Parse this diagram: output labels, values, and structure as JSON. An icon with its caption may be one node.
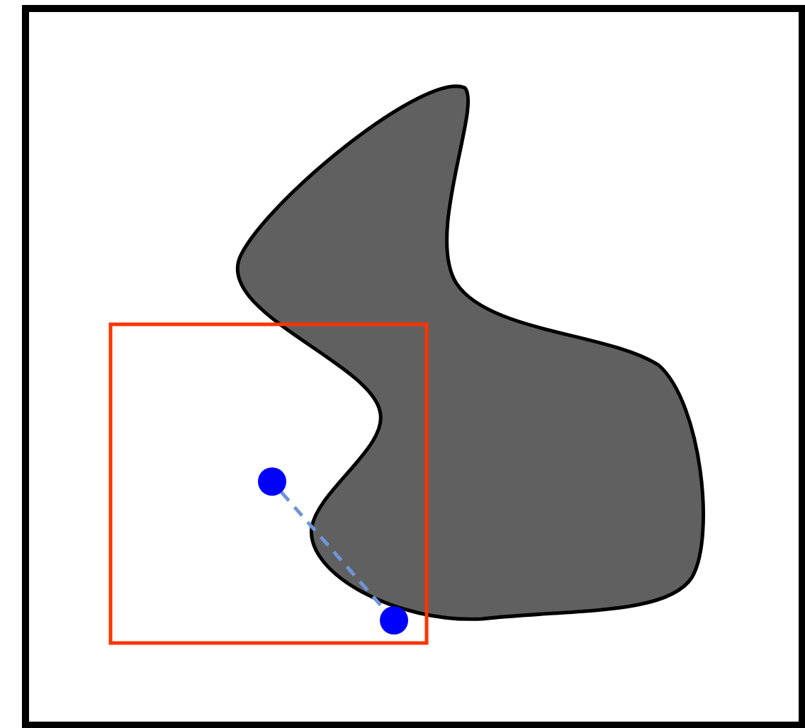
{
  "diagram": {
    "nodes": [
      {
        "text": [],
        "shape": "circle"
      },
      {
        "text": [],
        "shape": "circle"
      }
    ],
    "edges": [
      {
        "from": 0,
        "to": 1,
        "arrow": "none",
        "style": "dashed",
        "color": "#6f95d8"
      }
    ]
  }
}
